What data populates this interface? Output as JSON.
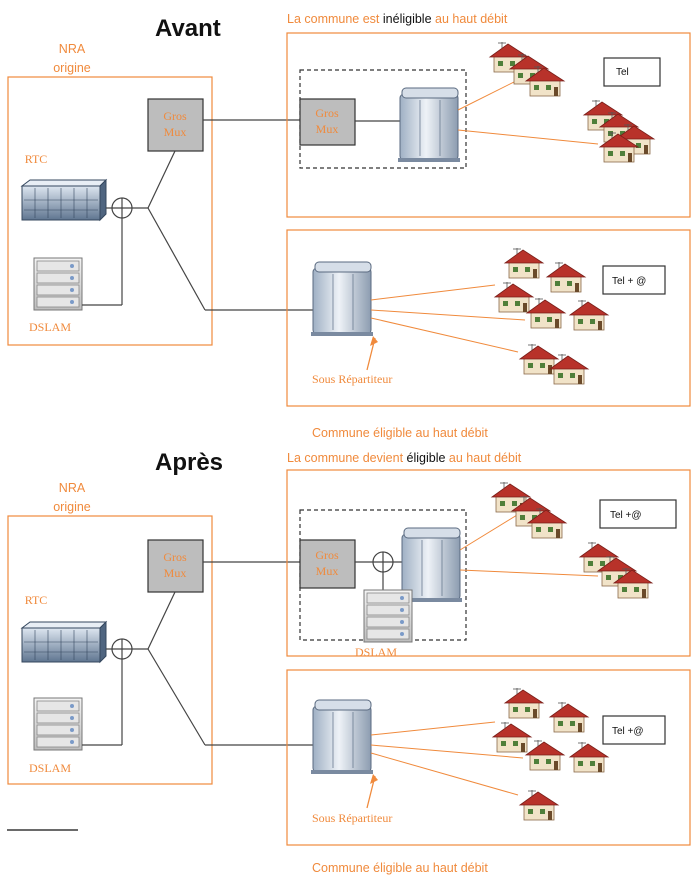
{
  "colors": {
    "orange": "#f08a3c",
    "line": "#444444",
    "mux_fill": "#bdbdbd",
    "roof": "#b8322a",
    "wall": "#f1e3c8"
  },
  "icons": [
    "house-icon",
    "street-cabinet-icon",
    "rtc-switch-icon",
    "dslam-rack-icon",
    "splitter-icon"
  ],
  "before": {
    "heading": "Avant",
    "nra_label": "NRA\norigine",
    "rtc_label": "RTC",
    "dslam_label": "DSLAM",
    "gros_mux_label": "Gros\nMux",
    "remote_mux_label": "Gros\nMux",
    "top_caption_part1": "La commune  est ",
    "top_caption_part2": "inéligible",
    "top_caption_part3": "  au haut débit",
    "service_top": "Tel",
    "service_bottom": "Tel + @",
    "sous_repartiteur": "Sous Répartiteur",
    "bottom_caption": "Commune éligible au haut débit"
  },
  "after": {
    "heading": "Après",
    "nra_label": "NRA\norigine",
    "rtc_label": "RTC",
    "dslam_label": "DSLAM",
    "gros_mux_label": "Gros\nMux",
    "remote_mux_label": "Gros\nMux",
    "remote_dslam_label": "DSLAM",
    "top_caption_part1": "La commune  devient ",
    "top_caption_part2": "éligible",
    "top_caption_part3": "  au haut débit",
    "service_top": "Tel +@",
    "service_bottom": "Tel +@",
    "sous_repartiteur": "Sous Répartiteur",
    "bottom_caption": "Commune éligible au haut débit"
  }
}
